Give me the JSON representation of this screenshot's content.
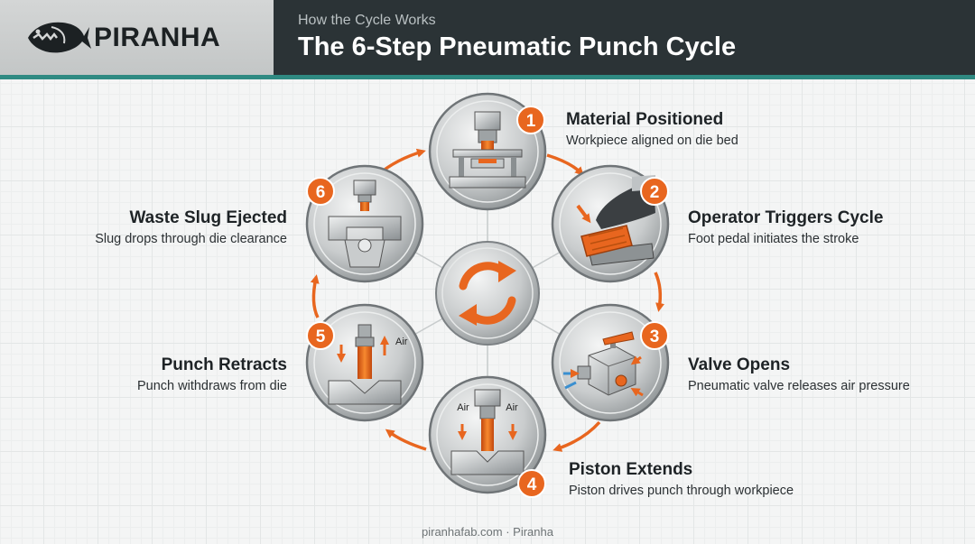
{
  "header": {
    "brand": "PIRANHA",
    "subtitle": "How the Cycle Works",
    "title": "The 6-Step Pneumatic Punch Cycle"
  },
  "colors": {
    "accent": "#e8661f",
    "header_dark": "#2b3336",
    "teal": "#2f8a82",
    "steel": "#b9bdbf"
  },
  "center": {
    "icon": "recycle-arrows-icon"
  },
  "steps": [
    {
      "number": "1",
      "title": "Material Positioned",
      "description": "Workpiece aligned on die bed",
      "icon": "press-die-icon"
    },
    {
      "number": "2",
      "title": "Operator Triggers Cycle",
      "description": "Foot pedal initiates the stroke",
      "icon": "foot-pedal-icon"
    },
    {
      "number": "3",
      "title": "Valve Opens",
      "description": "Pneumatic valve releases air pressure",
      "icon": "valve-icon"
    },
    {
      "number": "4",
      "title": "Piston Extends",
      "description": "Piston drives punch through workpiece",
      "icon": "piston-icon",
      "air_label": "Air"
    },
    {
      "number": "5",
      "title": "Punch Retracts",
      "description": "Punch withdraws from die",
      "icon": "punch-retract-icon",
      "air_label": "Air"
    },
    {
      "number": "6",
      "title": "Waste Slug Ejected",
      "description": "Slug drops through die clearance",
      "icon": "slug-eject-icon"
    }
  ],
  "footer": {
    "text": "piranhafab.com · Piranha"
  }
}
